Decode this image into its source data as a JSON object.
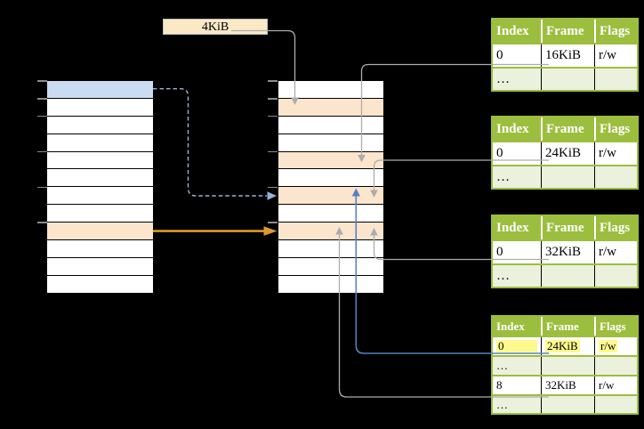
{
  "size_label": {
    "text": "4KiB"
  },
  "virtual_memory": {
    "name": "virtual-memory-column",
    "rows": 12,
    "highlighted_rows": [
      {
        "index": 0,
        "color_key": "row_blue"
      },
      {
        "index": 8,
        "color_key": "row_orange"
      }
    ],
    "tick_rows": [
      0,
      1,
      2,
      4,
      6,
      8
    ]
  },
  "physical_memory": {
    "name": "physical-memory-column",
    "rows": 12,
    "highlighted_rows": [
      {
        "index": 1,
        "color_key": "row_orange"
      },
      {
        "index": 4,
        "color_key": "row_orange"
      },
      {
        "index": 6,
        "color_key": "row_orange"
      },
      {
        "index": 8,
        "color_key": "row_orange"
      }
    ],
    "tick_rows": [
      0,
      1,
      2,
      4,
      6,
      8
    ]
  },
  "page_tables": [
    {
      "id": "page-table-1",
      "columns": [
        "Index",
        "Frame",
        "Flags"
      ],
      "rows": [
        {
          "cells": [
            "0",
            "16KiB",
            "r/w"
          ],
          "shaded": false,
          "highlight": false
        },
        {
          "cells": [
            "…",
            "",
            ""
          ],
          "shaded": true,
          "highlight": false
        }
      ]
    },
    {
      "id": "page-table-2",
      "columns": [
        "Index",
        "Frame",
        "Flags"
      ],
      "rows": [
        {
          "cells": [
            "0",
            "24KiB",
            "r/w"
          ],
          "shaded": false,
          "highlight": false
        },
        {
          "cells": [
            "…",
            "",
            ""
          ],
          "shaded": true,
          "highlight": false
        }
      ]
    },
    {
      "id": "page-table-3",
      "columns": [
        "Index",
        "Frame",
        "Flags"
      ],
      "rows": [
        {
          "cells": [
            "0",
            "32KiB",
            "r/w"
          ],
          "shaded": false,
          "highlight": false
        },
        {
          "cells": [
            "…",
            "",
            ""
          ],
          "shaded": true,
          "highlight": false
        }
      ]
    },
    {
      "id": "page-table-4",
      "columns": [
        "Index",
        "Frame",
        "Flags"
      ],
      "rows": [
        {
          "cells": [
            "0",
            "24KiB",
            "r/w"
          ],
          "shaded": false,
          "highlight": true
        },
        {
          "cells": [
            "…",
            "",
            ""
          ],
          "shaded": true,
          "highlight": false
        },
        {
          "cells": [
            "8",
            "32KiB",
            "r/w"
          ],
          "shaded": false,
          "highlight": false
        },
        {
          "cells": [
            "…",
            "",
            ""
          ],
          "shaded": true,
          "highlight": false
        }
      ]
    }
  ],
  "connectors": [
    {
      "name": "size-label-to-frame-4kib",
      "from": "size-label",
      "to": "physical-frame-row-1",
      "style": "gray",
      "dashed": false
    },
    {
      "name": "table1-16kib-to-frame",
      "from": "page-table-1-row-0",
      "to": "physical-frame-row-4",
      "style": "gray",
      "dashed": false
    },
    {
      "name": "table2-24kib-to-frame",
      "from": "page-table-2-row-0",
      "to": "physical-frame-row-6",
      "style": "gray",
      "dashed": false
    },
    {
      "name": "table3-32kib-to-frame",
      "from": "page-table-3-row-0",
      "to": "physical-frame-row-8",
      "style": "gray",
      "dashed": false
    },
    {
      "name": "table4-24kib-to-frame",
      "from": "page-table-4-row-0",
      "to": "physical-frame-row-6",
      "style": "blue_solid",
      "dashed": false
    },
    {
      "name": "table4-32kib-to-frame",
      "from": "page-table-4-row-2",
      "to": "physical-frame-row-8",
      "style": "gray",
      "dashed": false
    },
    {
      "name": "virtual-page0-to-frame-24kib",
      "from": "virtual-row-0",
      "to": "physical-frame-row-6",
      "style": "blue_dashed",
      "dashed": true
    },
    {
      "name": "virtual-page8-to-frame-32kib",
      "from": "virtual-row-8",
      "to": "physical-frame-row-8",
      "style": "orange",
      "dashed": false
    }
  ],
  "colors": {
    "background": "#000000",
    "row_white": "#ffffff",
    "row_blue": "#cbdcf2",
    "row_orange": "#fce5cd",
    "table_green": "#9cbe3e",
    "table_shaded_row": "#ebf1dc",
    "yellow_text_highlight": "#fcfa8d",
    "size_label_fill": "#fbe9c6",
    "size_label_border": "#bfbfbf",
    "connector_gray": "#acacac",
    "connector_blue_solid": "#5581c2",
    "connector_blue_dashed": "#95b3d7",
    "connector_orange": "#dc9b28",
    "tick_gray": "#8c8c8c",
    "text_black": "#000000"
  }
}
